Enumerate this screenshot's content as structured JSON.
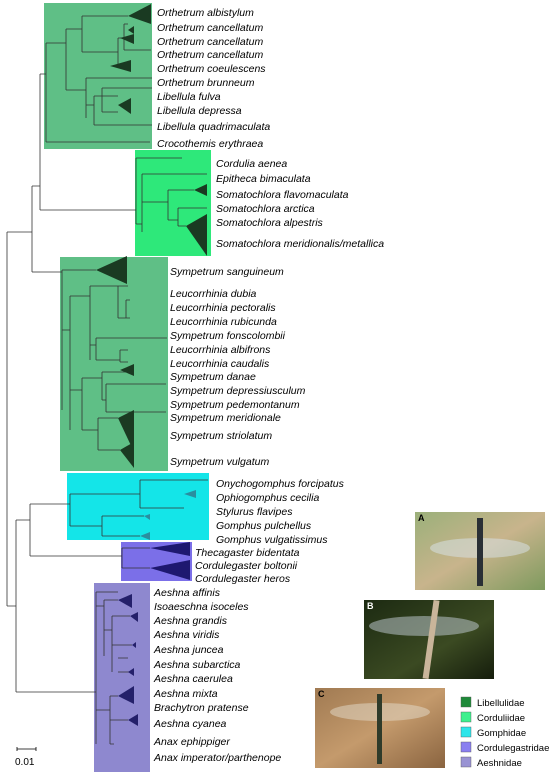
{
  "colors": {
    "Libellulidae": "#5fbf86",
    "Corduliidae": "#2ee87a",
    "Gomphidae": "#14e5e8",
    "Cordulegastridae": "#7b6fe8",
    "Aeshnidae": "#8e88cf",
    "Libellulidae_legend": "#1f8a3a",
    "Corduliidae_legend": "#3ef08e",
    "Gomphidae_legend": "#2fe5ea",
    "Cordulegastridae_legend": "#8a7ff0",
    "Aeshnidae_legend": "#9993d3"
  },
  "legend": [
    {
      "label": "Libellulidae",
      "color_key": "Libellulidae_legend"
    },
    {
      "label": "Corduliidae",
      "color_key": "Corduliidae_legend"
    },
    {
      "label": "Gomphidae",
      "color_key": "Gomphidae_legend"
    },
    {
      "label": "Cordulegastridae",
      "color_key": "Cordulegastridae_legend"
    },
    {
      "label": "Aeshnidae",
      "color_key": "Aeshnidae_legend"
    }
  ],
  "scale_label": "0.01",
  "photos": [
    {
      "letter": "A",
      "subject": "dragonfly-on-plant"
    },
    {
      "letter": "B",
      "subject": "dragonfly-on-twig"
    },
    {
      "letter": "C",
      "subject": "dragonfly-on-bark"
    }
  ],
  "families": [
    {
      "name": "Libellulidae",
      "taxa": [
        "Orthetrum albistylum",
        "Orthetrum cancellatum",
        "Orthetrum cancellatum",
        "Orthetrum cancellatum",
        "Orthetrum coeulescens",
        "Orthetrum brunneum",
        "Libellula fulva",
        "Libellula depressa",
        "Libellula quadrimaculata",
        "Crocothemis erythraea"
      ]
    },
    {
      "name": "Corduliidae",
      "taxa": [
        "Cordulia aenea",
        "Epitheca bimaculata",
        "Somatochlora flavomaculata",
        "Somatochlora arctica",
        "Somatochlora alpestris",
        "Somatochlora meridionalis/metallica"
      ]
    },
    {
      "name": "Libellulidae",
      "taxa": [
        "Sympetrum sanguineum",
        "Leucorrhinia dubia",
        "Leucorrhinia pectoralis",
        "Leucorrhinia rubicunda",
        "Sympetrum fonscolombii",
        "Leucorrhinia albifrons",
        "Leucorrhinia caudalis",
        "Sympetrum danae",
        "Sympetrum depressiusculum",
        "Sympetrum pedemontanum",
        "Sympetrum meridionale",
        "Sympetrum striolatum",
        "Sympetrum vulgatum"
      ]
    },
    {
      "name": "Gomphidae",
      "taxa": [
        "Onychogomphus forcipatus",
        "Ophiogomphus cecilia",
        "Stylurus flavipes",
        "Gomphus pulchellus",
        "Gomphus vulgatissimus"
      ]
    },
    {
      "name": "Cordulegastridae",
      "taxa": [
        "Thecagaster bidentata",
        "Cordulegaster boltonii",
        "Cordulegaster heros"
      ]
    },
    {
      "name": "Aeshnidae",
      "taxa": [
        "Aeshna affinis",
        "Isoaeschna isoceles",
        "Aeshna grandis",
        "Aeshna viridis",
        "Aeshna juncea",
        "Aeshna subarctica",
        "Aeshna caerulea",
        "Aeshna mixta",
        "Brachytron pratense",
        "Aeshna cyanea",
        "Anax ephippiger",
        "Anax imperator/parthenope"
      ]
    }
  ]
}
